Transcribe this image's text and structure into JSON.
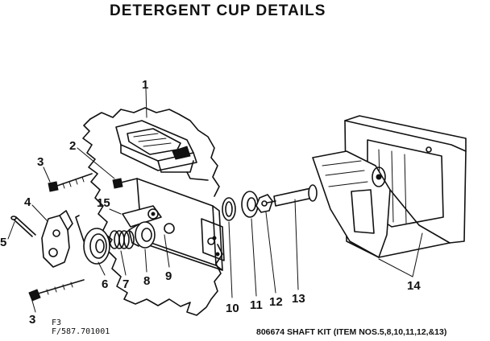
{
  "title": "DETERGENT CUP DETAILS",
  "callouts": [
    {
      "id": "1",
      "text": "1"
    },
    {
      "id": "2",
      "text": "2"
    },
    {
      "id": "3a",
      "text": "3"
    },
    {
      "id": "3b",
      "text": "3"
    },
    {
      "id": "4",
      "text": "4"
    },
    {
      "id": "5",
      "text": "5"
    },
    {
      "id": "6",
      "text": "6"
    },
    {
      "id": "7",
      "text": "7"
    },
    {
      "id": "8",
      "text": "8"
    },
    {
      "id": "9",
      "text": "9"
    },
    {
      "id": "10",
      "text": "10"
    },
    {
      "id": "11",
      "text": "11"
    },
    {
      "id": "12",
      "text": "12"
    },
    {
      "id": "13",
      "text": "13"
    },
    {
      "id": "14",
      "text": "14"
    },
    {
      "id": "15",
      "text": "15"
    }
  ],
  "figure_code": "F3",
  "figure_ref": "F/587.701001",
  "kit_note": "806674 SHAFT KIT (ITEM NOS.5,8,10,11,12,&13)"
}
